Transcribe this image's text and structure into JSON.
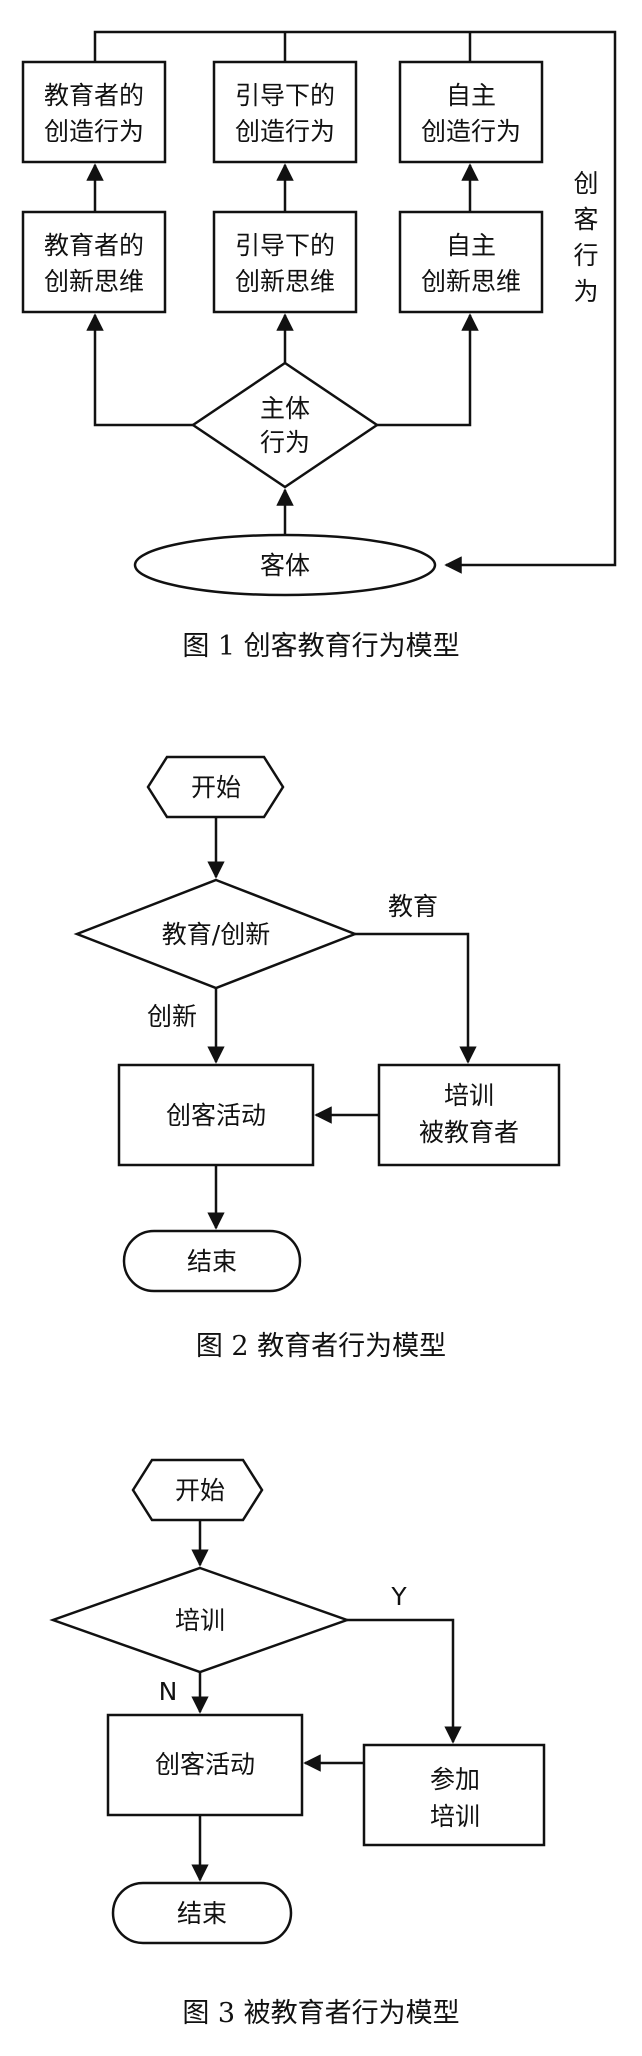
{
  "figure1": {
    "caption": "图 1  创客教育行为模型",
    "top_boxes": [
      {
        "line1": "教育者的",
        "line2": "创造行为"
      },
      {
        "line1": "引导下的",
        "line2": "创造行为"
      },
      {
        "line1": "自主",
        "line2": "创造行为"
      }
    ],
    "mid_boxes": [
      {
        "line1": "教育者的",
        "line2": "创新思维"
      },
      {
        "line1": "引导下的",
        "line2": "创新思维"
      },
      {
        "line1": "自主",
        "line2": "创新思维"
      }
    ],
    "diamond": {
      "line1": "主体",
      "line2": "行为"
    },
    "ellipse": "客体",
    "side_label": [
      "创",
      "客",
      "行",
      "为"
    ]
  },
  "figure2": {
    "caption": "图 2  教育者行为模型",
    "start": "开始",
    "decision": "教育/创新",
    "branch_right": "教育",
    "branch_down": "创新",
    "activity": "创客活动",
    "side_box": {
      "line1": "培训",
      "line2": "被教育者"
    },
    "end": "结束"
  },
  "figure3": {
    "caption": "图 3  被教育者行为模型",
    "start": "开始",
    "decision": "培训",
    "branch_right": "Y",
    "branch_down": "N",
    "activity": "创客活动",
    "side_box": {
      "line1": "参加",
      "line2": "培训"
    },
    "end": "结束"
  }
}
